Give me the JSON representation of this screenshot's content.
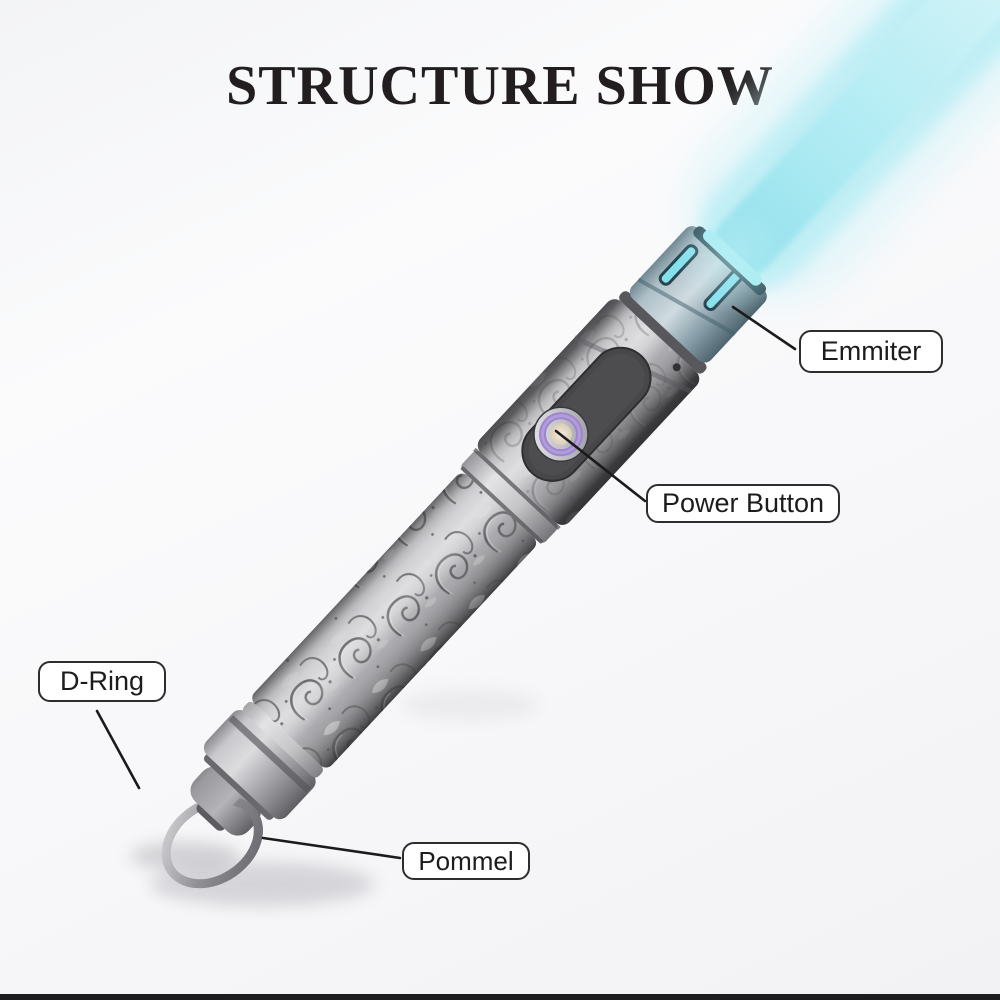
{
  "title": "STRUCTURE SHOW",
  "labels": {
    "emitter": "Emmiter",
    "power_button": "Power Button",
    "d_ring": "D-Ring",
    "pommel": "Pommel"
  },
  "colors": {
    "blade_core": "#a5e8f2",
    "blade_glow": "#d2f3f8",
    "emitter_slot_glow": "#86e0ec",
    "power_button_ring": "#9d86cf",
    "power_button_center": "#e9e0d0",
    "hilt_metal": "#b7b7bb",
    "label_border": "#2d2d2d",
    "title_color": "#221e1f",
    "bottom_bar": "#1d1d1f"
  }
}
